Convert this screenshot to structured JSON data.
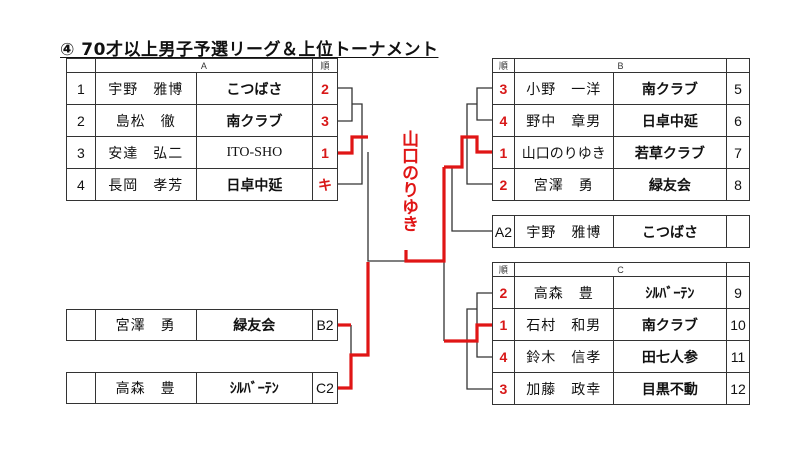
{
  "title": "④ 70才以上男子予選リーグ＆上位トーナメント",
  "rank_header": "順",
  "colors": {
    "winner_line": "#e01515",
    "rank_text": "#d81818",
    "line": "#333333"
  },
  "group_a": {
    "label": "A",
    "rows": [
      {
        "no": "1",
        "name": "宇野　雅博",
        "club": "こつばさ",
        "rank": "2"
      },
      {
        "no": "2",
        "name": "島松　徹",
        "club": "南クラブ",
        "rank": "3"
      },
      {
        "no": "3",
        "name": "安達　弘二",
        "club": "ITO-SHO",
        "rank": "1"
      },
      {
        "no": "4",
        "name": "長岡　孝芳",
        "club": "日卓中延",
        "rank": "キ"
      }
    ]
  },
  "group_b": {
    "label": "B",
    "rows": [
      {
        "no": "5",
        "name": "小野　一洋",
        "club": "南クラブ",
        "rank": "3"
      },
      {
        "no": "6",
        "name": "野中　章男",
        "club": "日卓中延",
        "rank": "4"
      },
      {
        "no": "7",
        "name": "山口のりゆき",
        "club": "若草クラブ",
        "rank": "1"
      },
      {
        "no": "8",
        "name": "宮澤　勇",
        "club": "緑友会",
        "rank": "2"
      }
    ]
  },
  "group_c": {
    "label": "C",
    "rows": [
      {
        "no": "9",
        "name": "高森　豊",
        "club": "ｼﾙﾊﾞｰﾃﾝ",
        "rank": "2"
      },
      {
        "no": "10",
        "name": "石村　和男",
        "club": "南クラブ",
        "rank": "1"
      },
      {
        "no": "11",
        "name": "鈴木　信孝",
        "club": "田七人参",
        "rank": "4"
      },
      {
        "no": "12",
        "name": "加藤　政幸",
        "club": "目黒不動",
        "rank": "3"
      }
    ]
  },
  "seed_a2": {
    "seed": "A2",
    "name": "宇野　雅博",
    "club": "こつばさ"
  },
  "seed_b2": {
    "seed": "B2",
    "name": "宮澤　勇",
    "club": "緑友会"
  },
  "seed_c2": {
    "seed": "C2",
    "name": "高森　豊",
    "club": "ｼﾙﾊﾞｰﾃﾝ"
  },
  "champion": "山口のりゆき"
}
